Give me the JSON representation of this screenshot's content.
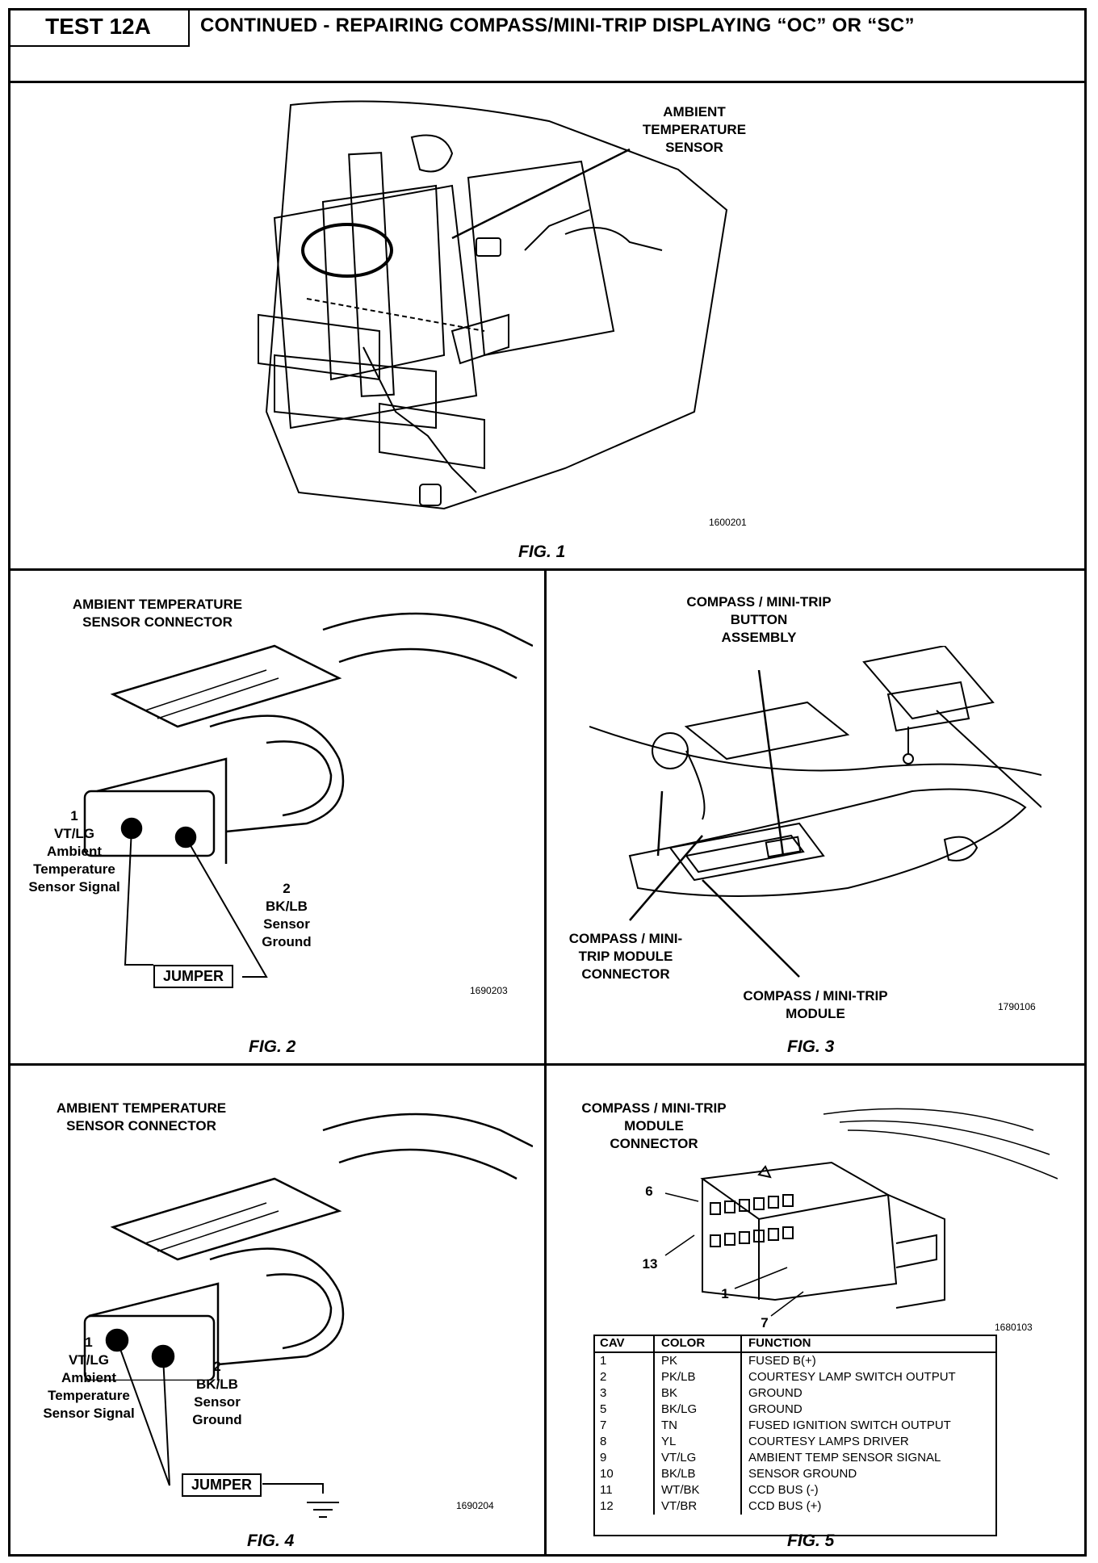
{
  "header": {
    "test_id": "TEST 12A",
    "title": "CONTINUED - REPAIRING COMPASS/MINI-TRIP DISPLAYING “OC” OR “SC”"
  },
  "fig1": {
    "label": "AMBIENT TEMPERATURE SENSOR",
    "label_lines": [
      "AMBIENT",
      "TEMPERATURE",
      "SENSOR"
    ],
    "code": "1600201",
    "caption": "FIG. 1"
  },
  "fig2": {
    "title_lines": [
      "AMBIENT TEMPERATURE",
      "SENSOR CONNECTOR"
    ],
    "pin1_lines": [
      "1",
      "VT/LG",
      "Ambient",
      "Temperature",
      "Sensor Signal"
    ],
    "pin2_lines": [
      "2",
      "BK/LB",
      "Sensor",
      "Ground"
    ],
    "jumper": "JUMPER",
    "code": "1690203",
    "caption": "FIG. 2"
  },
  "fig3": {
    "button_lines": [
      "COMPASS / MINI-TRIP",
      "BUTTON",
      "ASSEMBLY"
    ],
    "connector_lines": [
      "COMPASS / MINI-",
      "TRIP MODULE",
      "CONNECTOR"
    ],
    "module_lines": [
      "COMPASS / MINI-TRIP",
      "MODULE"
    ],
    "code": "1790106",
    "caption": "FIG. 3"
  },
  "fig4": {
    "title_lines": [
      "AMBIENT TEMPERATURE",
      "SENSOR CONNECTOR"
    ],
    "pin1_lines": [
      "1",
      "VT/LG",
      "Ambient",
      "Temperature",
      "Sensor Signal"
    ],
    "pin2_lines": [
      "2",
      "BK/LB",
      "Sensor",
      "Ground"
    ],
    "jumper": "JUMPER",
    "code": "1690204",
    "caption": "FIG. 4"
  },
  "fig5": {
    "title_lines": [
      "COMPASS / MINI-TRIP",
      "MODULE",
      "CONNECTOR"
    ],
    "pin_labels": [
      "6",
      "13",
      "1",
      "7"
    ],
    "code": "1680103",
    "caption": "FIG. 5",
    "table": {
      "headers": [
        "CAV",
        "COLOR",
        "FUNCTION"
      ],
      "rows": [
        [
          "1",
          "PK",
          "FUSED B(+)"
        ],
        [
          "2",
          "PK/LB",
          "COURTESY LAMP SWITCH OUTPUT"
        ],
        [
          "3",
          "BK",
          "GROUND"
        ],
        [
          "5",
          "BK/LG",
          "GROUND"
        ],
        [
          "7",
          "TN",
          "FUSED IGNITION SWITCH OUTPUT"
        ],
        [
          "8",
          "YL",
          "COURTESY LAMPS DRIVER"
        ],
        [
          "9",
          "VT/LG",
          "AMBIENT TEMP SENSOR SIGNAL"
        ],
        [
          "10",
          "BK/LB",
          "SENSOR GROUND"
        ],
        [
          "11",
          "WT/BK",
          "CCD BUS (-)"
        ],
        [
          "12",
          "VT/BR",
          "CCD BUS (+)"
        ]
      ]
    }
  }
}
